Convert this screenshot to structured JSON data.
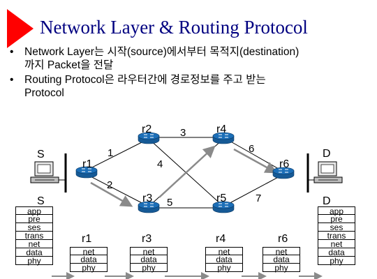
{
  "title": "Network Layer & Routing Protocol",
  "bullets": [
    {
      "line1": "Network Layer는 시작(source)에서부터 목적지(destination)",
      "line2": "까지 Packet을 전달"
    },
    {
      "line1": "Routing Protocol은 라우터간에 경로정보를 주고 받는",
      "line2": "Protocol"
    }
  ],
  "hosts": {
    "source": "S",
    "dest": "D"
  },
  "routers": {
    "r1": "r1",
    "r2": "r2",
    "r3": "r3",
    "r4": "r4",
    "r5": "r5",
    "r6": "r6"
  },
  "link_costs": {
    "r1_r2": "1",
    "r1_r3": "2",
    "r2_r4": "3",
    "r2_r3": "4",
    "r3_r5": "5",
    "r4_r6": "6",
    "r5_r6": "7"
  },
  "stacks": {
    "source": {
      "label": "S",
      "layers": [
        "app",
        "pre",
        "ses",
        "trans",
        "net",
        "data",
        "phy"
      ]
    },
    "r1": {
      "label": "r1",
      "layers": [
        "net",
        "data",
        "phy"
      ]
    },
    "r3": {
      "label": "r3",
      "layers": [
        "net",
        "data",
        "phy"
      ]
    },
    "r4": {
      "label": "r4",
      "layers": [
        "net",
        "data",
        "phy"
      ]
    },
    "r6": {
      "label": "r6",
      "layers": [
        "net",
        "data",
        "phy"
      ]
    },
    "dest": {
      "label": "D",
      "layers": [
        "app",
        "pre",
        "ses",
        "trans",
        "net",
        "data",
        "phy"
      ]
    }
  },
  "colors": {
    "title": "#000080",
    "arrow": "#ff0000",
    "router": "#1c6fb8",
    "path_arrow": "#8a8a8a"
  }
}
